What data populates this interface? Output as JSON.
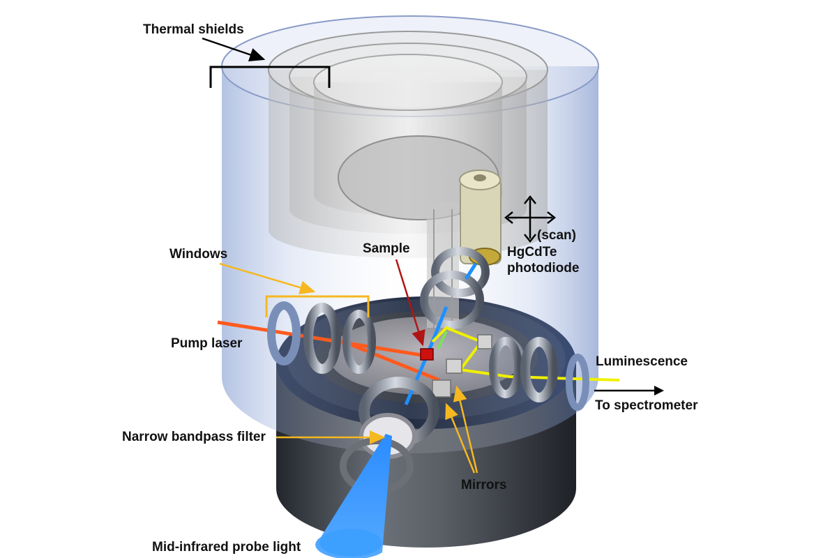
{
  "labels": {
    "thermal_shields": "Thermal shields",
    "windows": "Windows",
    "sample": "Sample",
    "scan": "(scan)",
    "photodiode_line1": "HgCdTe",
    "photodiode_line2": "photodiode",
    "pump_laser": "Pump laser",
    "luminescence": "Luminescence",
    "to_spectrometer": "To spectrometer",
    "narrow_bandpass_filter": "Narrow bandpass filter",
    "mirrors": "Mirrors",
    "probe_light": "Mid-infrared probe light"
  },
  "colors": {
    "pump_laser": "#ff5a1f",
    "probe_light": "#1e90ff",
    "luminescence": "#f0f000",
    "annotation_arrow": "#f5b820",
    "sample": "#cc1111",
    "outer_cylinder": "#8fa6d6",
    "base": "#333840"
  },
  "icons": {
    "scan_arrows": "four-way-arrow-icon",
    "output_arrow": "right-arrow-icon"
  }
}
